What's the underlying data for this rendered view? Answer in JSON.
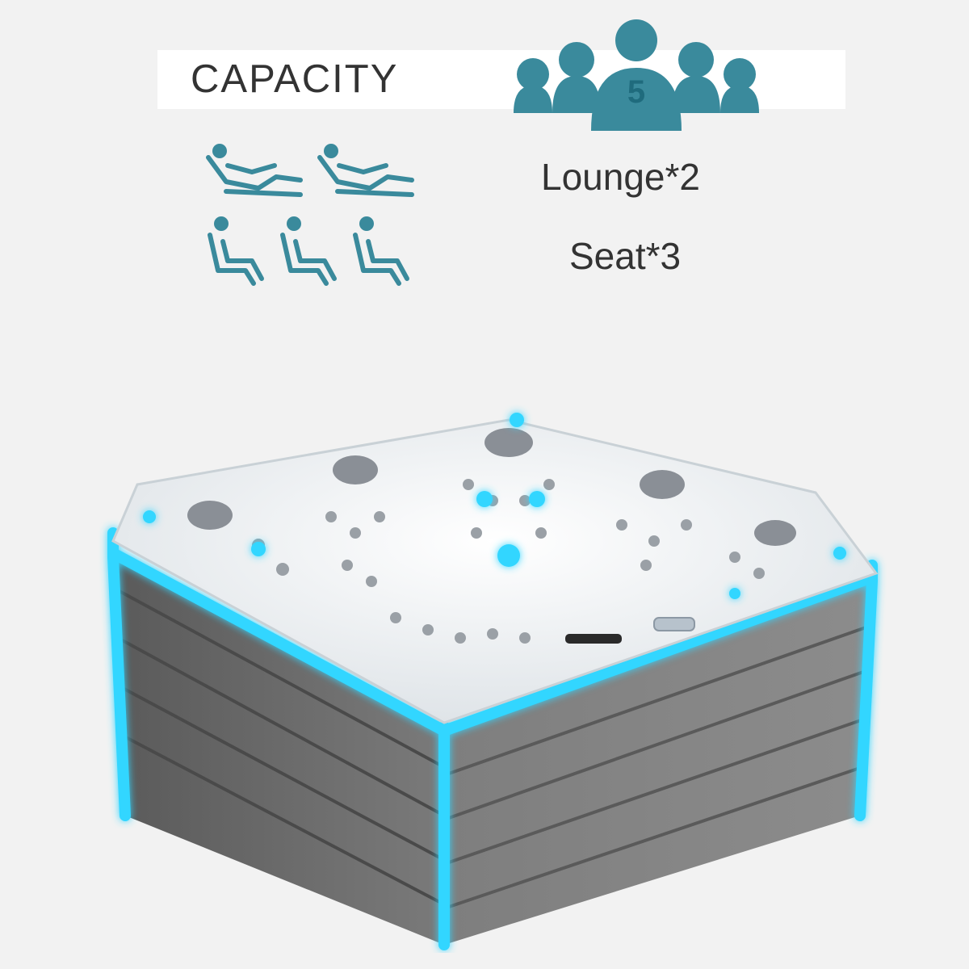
{
  "capacity": {
    "label": "CAPACITY",
    "count": "5"
  },
  "seating": {
    "lounge_label": "Lounge*2",
    "seat_label": "Seat*3"
  },
  "colors": {
    "icon_teal": "#3a8a9c",
    "led_glow": "#33d6ff",
    "panel_gray": "#6d6d6d",
    "shell_white": "#f4f6f8"
  },
  "icons": [
    "people-group-icon",
    "lounge-seat-icon",
    "chair-seat-icon"
  ]
}
